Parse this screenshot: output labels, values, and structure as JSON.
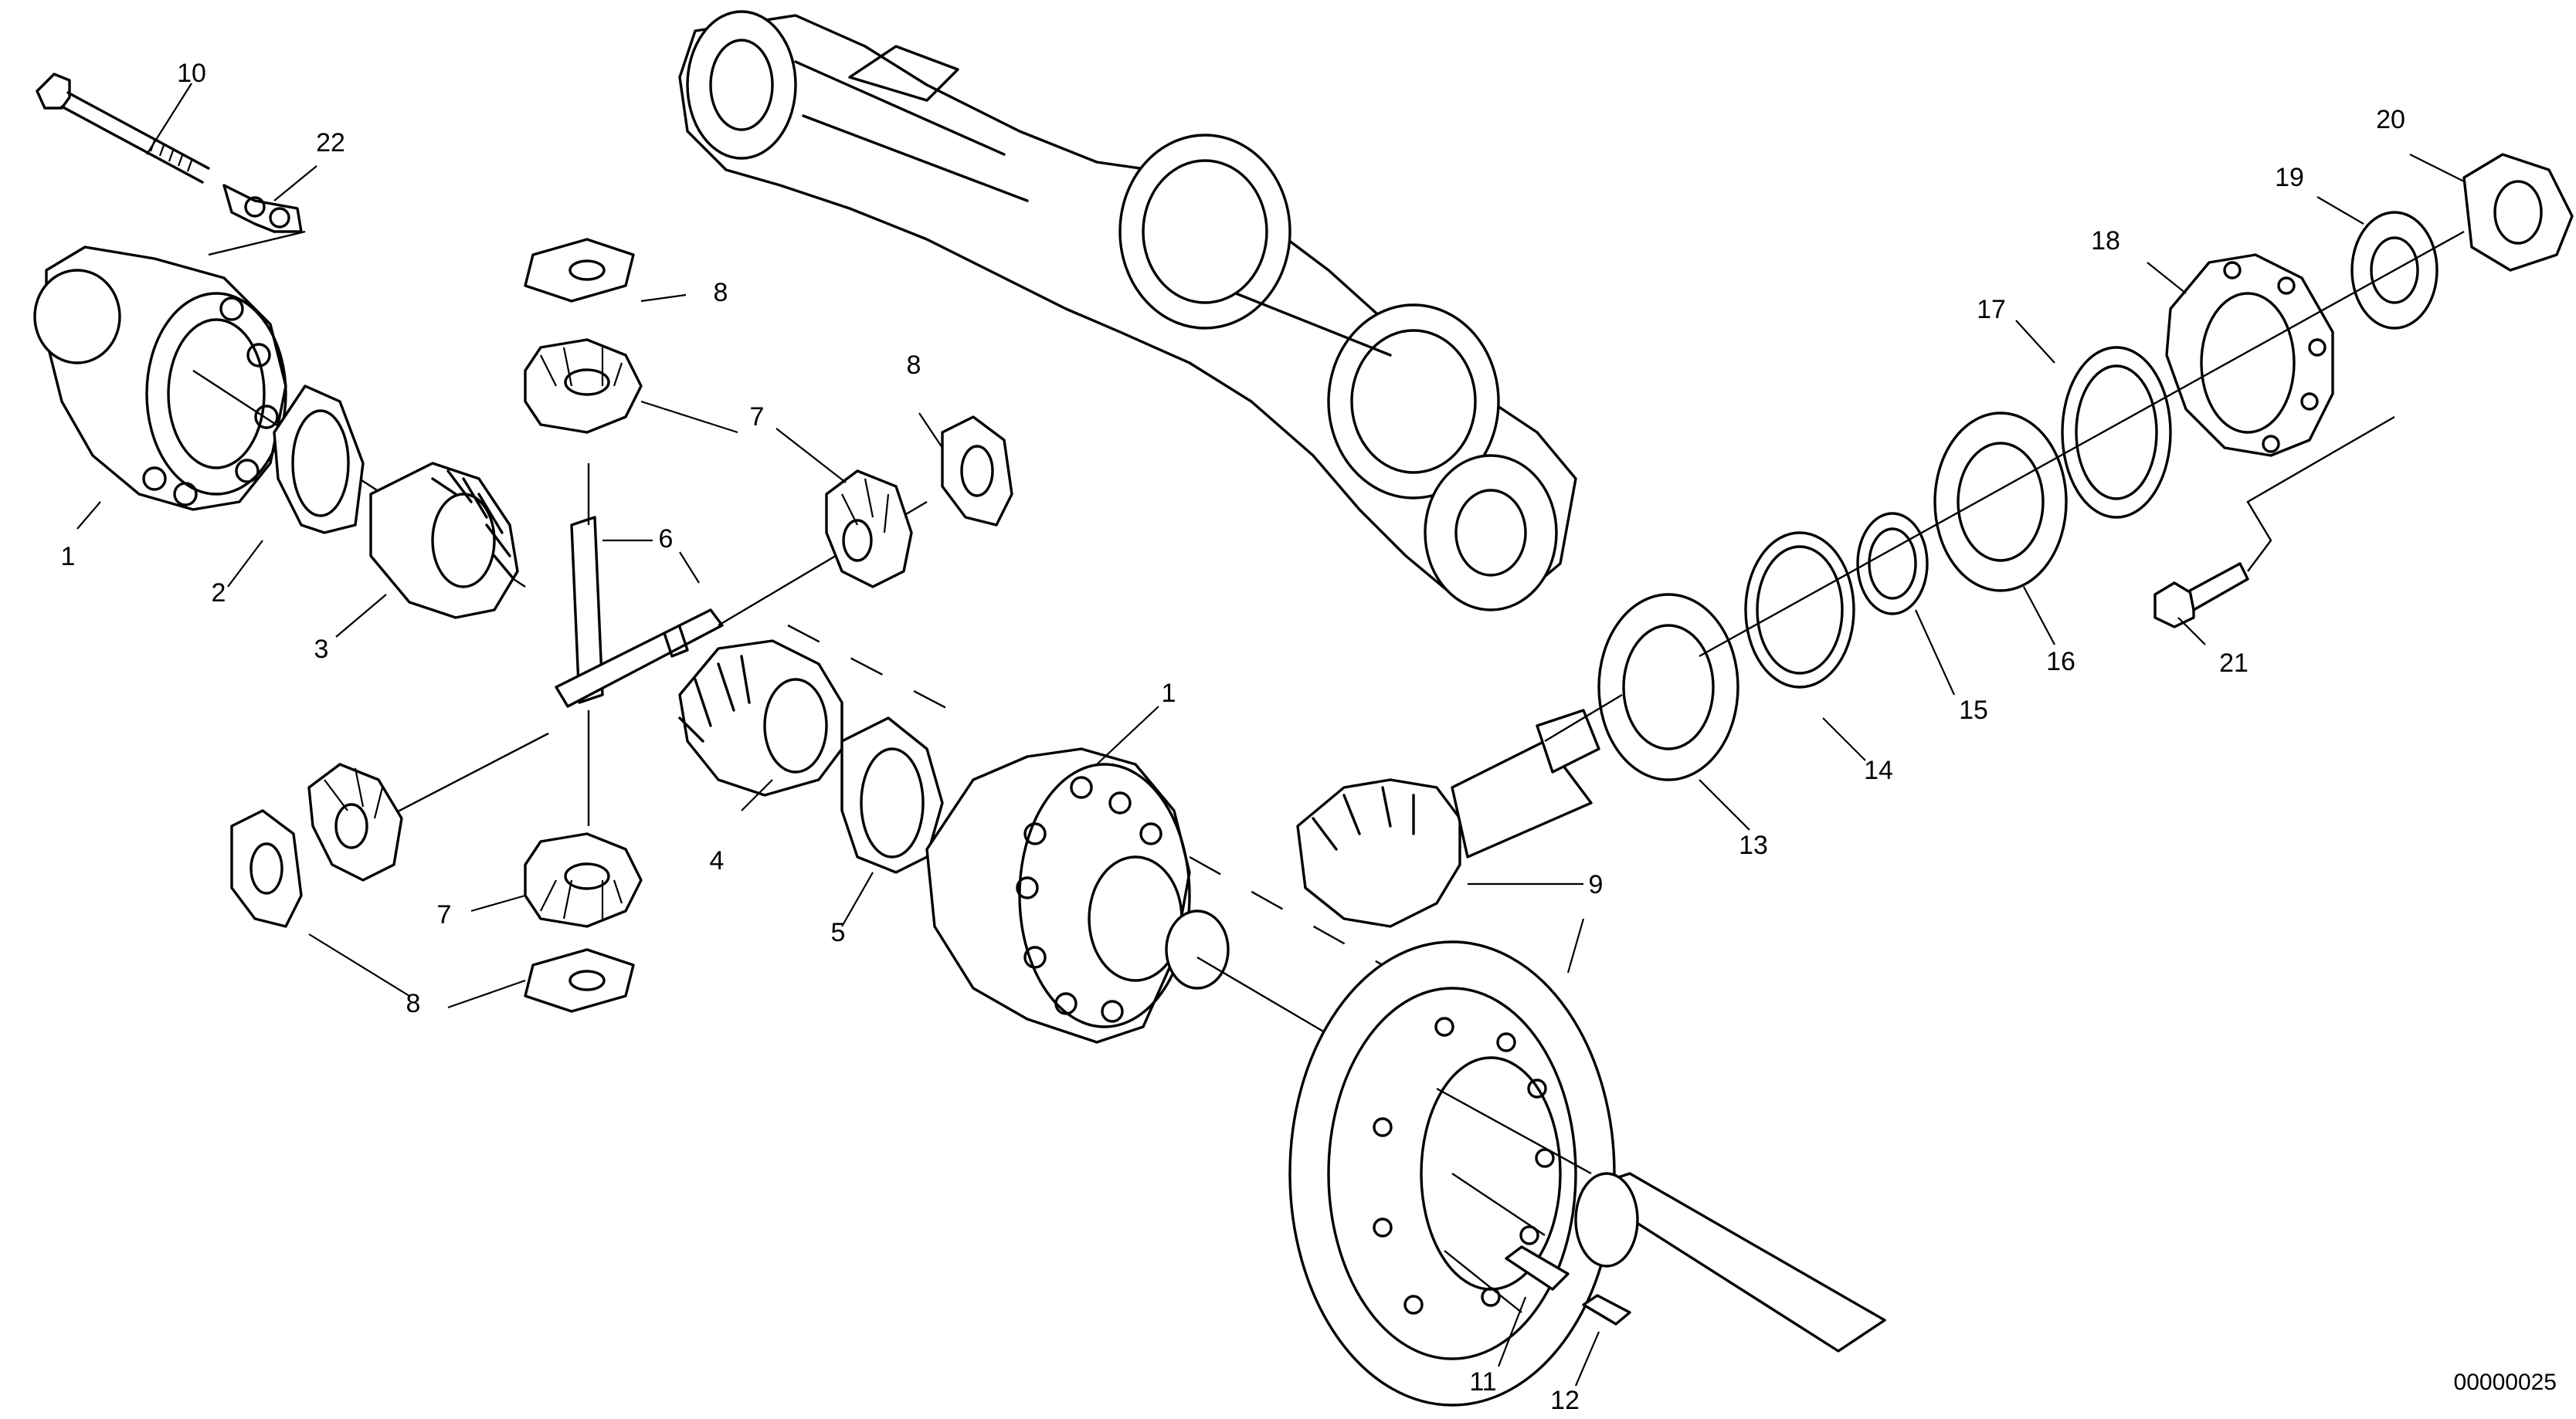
{
  "drawing_id": "00000025",
  "callouts": [
    "10",
    "22",
    "8",
    "20",
    "19",
    "18",
    "17",
    "7",
    "8",
    "1",
    "6",
    "2",
    "3",
    "16",
    "15",
    "21",
    "14",
    "13",
    "4",
    "1",
    "9",
    "7",
    "5",
    "8",
    "11",
    "12"
  ]
}
